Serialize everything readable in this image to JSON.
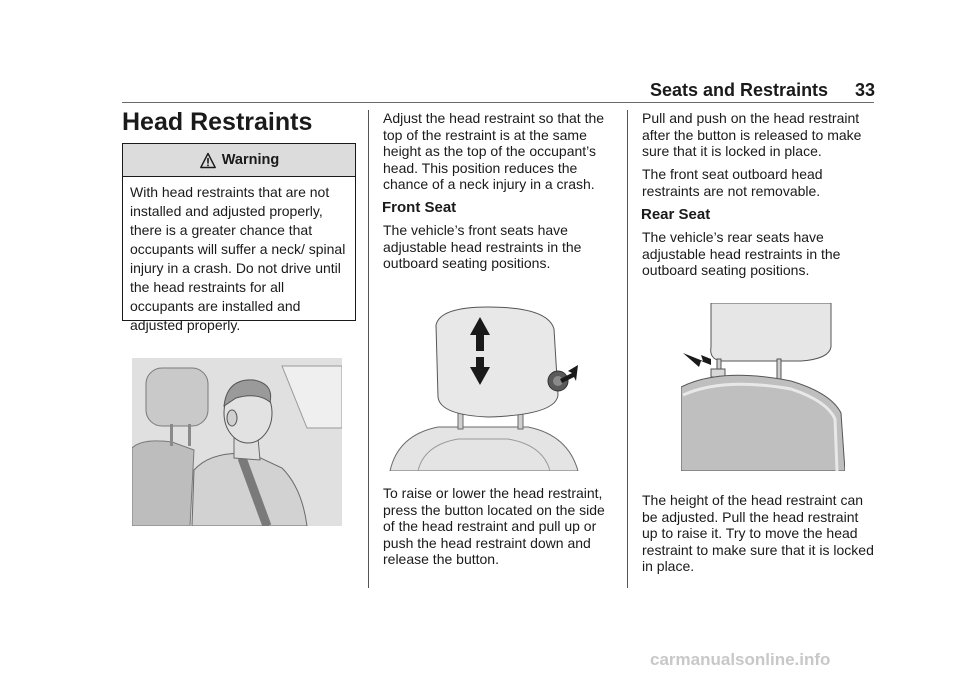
{
  "header": {
    "section": "Seats and Restraints",
    "page_number": "33"
  },
  "title": "Head Restraints",
  "warning": {
    "icon": "warning-icon",
    "label": "Warning",
    "text": "With head restraints that are not installed and adjusted properly, there is a greater chance that occupants will suffer a neck/ spinal injury in a crash. Do not drive until the head restraints for all occupants are installed and adjusted properly."
  },
  "col2": {
    "intro": "Adjust the head restraint so that the top of the restraint is at the same height as the top of the occupant’s head. This position reduces the chance of a neck injury in a crash.",
    "front_heading": "Front Seat",
    "front_text": "The vehicle’s front seats have adjustable head restraints in the outboard seating positions.",
    "raise_text": "To raise or lower the head restraint, press the button located on the side of the head restraint and pull up or push the head restraint down and release the button."
  },
  "col3": {
    "locked_text": "Pull and push on the head restraint after the button is released to make sure that it is locked in place.",
    "not_removable": "The front seat outboard head restraints are not removable.",
    "rear_heading": "Rear Seat",
    "rear_text": "The vehicle’s rear seats have adjustable head restraints in the outboard seating positions.",
    "height_text": "The height of the head restraint can be adjusted. Pull the head restraint up to raise it. Try to move the head restraint to make sure that it is locked in place."
  },
  "watermark": "carmanualsonline.info"
}
